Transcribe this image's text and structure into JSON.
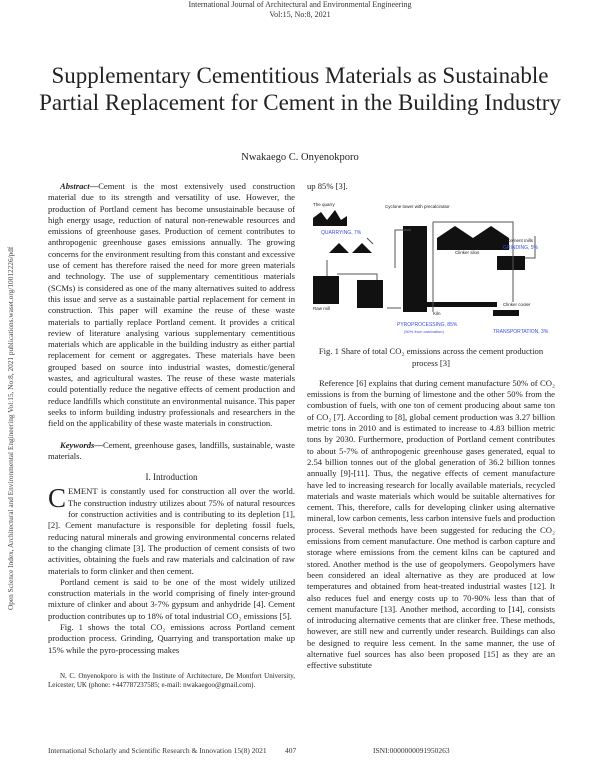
{
  "header": {
    "journal": "International Journal of Architectural and Environmental Engineering",
    "volume": "Vol:15, No:8, 2021"
  },
  "side_text": "Open Science Index, Architectural and Environmental Engineering Vol:15, No:8, 2021 publications.waset.org/10012226/pdf",
  "title": "Supplementary Cementitious Materials as Sustainable Partial Replacement for Cement in the Building Industry",
  "author": "Nwakaego C. Onyenokporo",
  "abstract": {
    "label": "Abstract—",
    "text": "Cement is the most extensively used construction material due to its strength and versatility of use. However, the production of Portland cement has become unsustainable because of high energy usage, reduction of natural non-renewable resources and emissions of greenhouse gases. Production of cement contributes to anthropogenic greenhouse gases emissions annually. The growing concerns for the environment resulting from this constant and excessive use of cement has therefore raised the need for more green materials and technology. The use of supplementary cementitious materials (SCMs) is considered as one of the many alternatives suited to address this issue and serve as a sustainable partial replacement for cement in construction. This paper will examine the reuse of these waste materials to partially replace Portland cement. It provides a critical review of literature analysing various supplementary cementitious materials which are applicable in the building industry as either partial replacement for cement or aggregates. These materials have been grouped based on source into industrial wastes, domestic/general wastes, and agricultural wastes. The reuse of these waste materials could potentially reduce the negative effects of cement production and reduce landfills which constitute an environmental nuisance. This paper seeks to inform building industry professionals and researchers in the field on the applicability of these waste materials in construction."
  },
  "keywords": {
    "label": "Keywords—",
    "text": "Cement, greenhouse gases, landfills, sustainable, waste materials."
  },
  "intro": {
    "heading": "I. Introduction",
    "drop_cap": "C",
    "p1": "EMENT is constantly used for construction all over the world. The construction industry utilizes about 75% of natural resources for construction activities and is contributing to its depletion [1], [2]. Cement manufacture is responsible for depleting fossil fuels, reducing natural minerals and growing environmental concerns related to the changing climate [3]. The production of cement consists of two activities, obtaining the fuels and raw materials and calcination of raw materials to form clinker and then cement.",
    "p2": "Portland cement is said to be one of the most widely utilized construction materials in the world comprising of finely inter-ground mixture of clinker and about 3-7% gypsum and anhydride [4]. Cement production contributes up to 18% of total industrial CO₂ emissions [5].",
    "p3": "Fig. 1 shows the total CO₂ emissions across Portland cement production process. Grinding, Quarrying and transportation make up 15% while the pyro-processing makes",
    "p3_cont": "up 85% [3].",
    "p4": "Reference [6] explains that during cement manufacture 50% of CO₂ emissions is from the burning of limestone and the other 50% from the combustion of fuels, with one ton of cement producing about same ton of CO₂ [7]. According to [8], global cement production was 3.27 billion metric tons in 2010 and is estimated to increase to 4.83 billion metric tons by 2030. Furthermore, production of Portland cement contributes to about 5-7% of anthropogenic greenhouse gases generated, equal to 2.54 billion tonnes out of the global generation of 36.2 billion tonnes annually [9]-[11]. Thus, the negative effects of cement manufacture have led to increasing research for locally available materials, recycled materials and waste materials which would be suitable alternatives for cement. This, therefore, calls for developing clinker using alternative mineral, low carbon cements, less carbon intensive fuels and production process. Several methods have been suggested for reducing the CO₂ emissions from cement manufacture. One method is carbon capture and storage where emissions from the cement kilns can be captured and stored. Another method is the use of geopolymers. Geopolymers have been considered an ideal alternative as they are produced at low temperatures and obtained from heat-treated industrial wastes [12]. It also reduces fuel and energy costs up to 70-90% less than that of cement manufacture [13]. Another method, according to [14], consists of introducing alternative cements that are clinker free. These methods, however, are still new and currently under research. Buildings can also be designed to require less cement. In the same manner, the use of alternative fuel sources has also been proposed [15] as they are an effective substitute"
  },
  "footnote": "N. C. Onyenokporo is with the Institute of Architecture, De Montfort University, Leicester, UK (phone: +447787237585; e-mail: nwakaegoo@gmail.com).",
  "figure": {
    "caption": "Fig. 1 Share of total CO₂ emissions across the cement production process [3]",
    "labels": {
      "quarry": "The quarry",
      "cyclone": "Cyclone tower with precalcinator",
      "clinker_silos": "Clinker silos",
      "cement_mills": "Cement mills",
      "raw_mill": "Raw mill",
      "kiln": "Kiln",
      "clinker_cooler": "Clinker cooler"
    },
    "shares": {
      "quarrying": "QUARRYING, 7%",
      "grinding": "GRINDING, 5%",
      "pyro": "PYROPROCESSING, 85%",
      "pyro_note": "(50% from calcination)",
      "transport": "TRANSPORTATION, 3%"
    },
    "accent": "#3b4fe0"
  },
  "footer": {
    "left": "International Scholarly and Scientific Research & Innovation 15(8) 2021",
    "page": "407",
    "issn": "ISNI:0000000091950263"
  }
}
